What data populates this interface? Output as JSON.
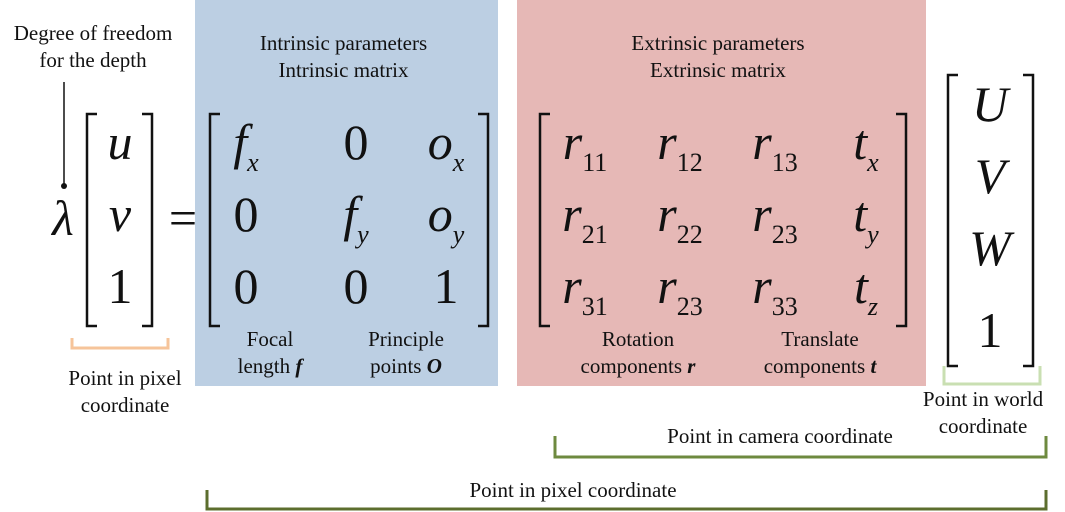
{
  "colors": {
    "intrinsic_panel": "#bccfe3",
    "extrinsic_panel": "#e6b8b6",
    "pixel_bracket": "#f6c49a",
    "world_bracket": "#c9dfb2",
    "camera_bracket": "#6e8a3f",
    "overall_bracket": "#5c6e2e"
  },
  "labels": {
    "depth_note": [
      "Degree of freedom",
      "for the depth"
    ],
    "intrinsic_title": [
      "Intrinsic parameters",
      "Intrinsic matrix"
    ],
    "extrinsic_title": [
      "Extrinsic parameters",
      "Extrinsic matrix"
    ],
    "focal": [
      "Focal",
      "length",
      "f"
    ],
    "principle": [
      "Principle",
      "points",
      "O"
    ],
    "rotation": [
      "Rotation",
      "components",
      "r"
    ],
    "translate": [
      "Translate",
      "components",
      "t"
    ],
    "pixel_point": [
      "Point in pixel",
      "coordinate"
    ],
    "world_point": [
      "Point in world",
      "coordinate"
    ],
    "camera_point": "Point in camera coordinate",
    "overall_point": "Point in pixel coordinate"
  },
  "equation": {
    "lambda": "λ",
    "equals": "=",
    "pixel_vector": [
      "u",
      "v",
      "1"
    ],
    "intrinsic_matrix": [
      [
        {
          "base": "f",
          "sub": "x"
        },
        {
          "base": "0",
          "sub": ""
        },
        {
          "base": "o",
          "sub": "x"
        }
      ],
      [
        {
          "base": "0",
          "sub": ""
        },
        {
          "base": "f",
          "sub": "y"
        },
        {
          "base": "o",
          "sub": "y"
        }
      ],
      [
        {
          "base": "0",
          "sub": ""
        },
        {
          "base": "0",
          "sub": ""
        },
        {
          "base": "1",
          "sub": ""
        }
      ]
    ],
    "extrinsic_matrix": [
      [
        {
          "base": "r",
          "sub": "11"
        },
        {
          "base": "r",
          "sub": "12"
        },
        {
          "base": "r",
          "sub": "13"
        },
        {
          "base": "t",
          "sub": "x"
        }
      ],
      [
        {
          "base": "r",
          "sub": "21"
        },
        {
          "base": "r",
          "sub": "22"
        },
        {
          "base": "r",
          "sub": "23"
        },
        {
          "base": "t",
          "sub": "y"
        }
      ],
      [
        {
          "base": "r",
          "sub": "31"
        },
        {
          "base": "r",
          "sub": "23"
        },
        {
          "base": "r",
          "sub": "33"
        },
        {
          "base": "t",
          "sub": "z"
        }
      ]
    ],
    "world_vector": [
      "U",
      "V",
      "W",
      "1"
    ]
  }
}
